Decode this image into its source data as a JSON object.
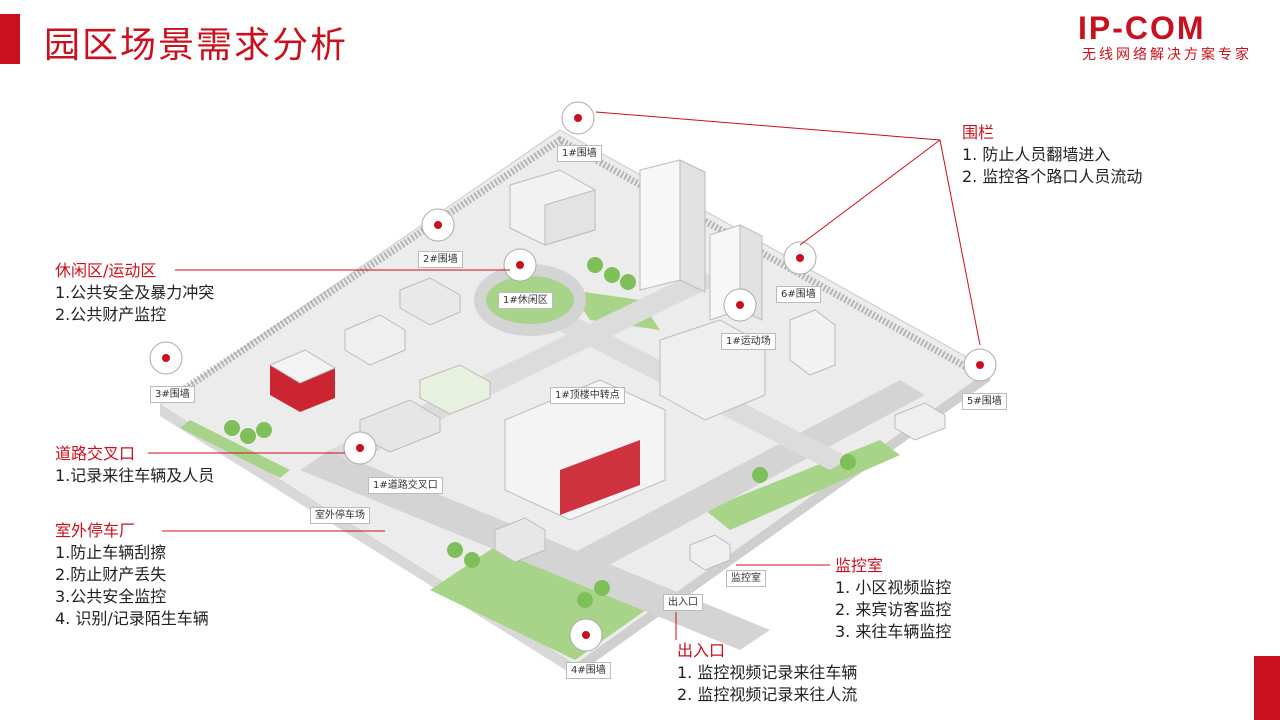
{
  "header": {
    "title": "园区场景需求分析",
    "logo": "IP-COM",
    "tagline": "无线网络解决方案专家"
  },
  "colors": {
    "brand": "#c8101e",
    "ground": "#ececec",
    "road": "#d4d4d4",
    "grass": "#a8d48a",
    "building": "#f5f5f5"
  },
  "callouts": {
    "fence": {
      "title": "围栏",
      "items": [
        "1. 防止人员翻墙进入",
        "2. 监控各个路口人员流动"
      ]
    },
    "leisure": {
      "title": "休闲区/运动区",
      "items": [
        "1.公共安全及暴力冲突",
        "2.公共财产监控"
      ]
    },
    "crossroad": {
      "title": "道路交叉口",
      "items": [
        "1.记录来往车辆及人员"
      ]
    },
    "parking": {
      "title": "室外停车厂",
      "items": [
        "1.防止车辆刮擦",
        "2.防止财产丢失",
        "3.公共安全监控",
        "4. 识别/记录陌生车辆"
      ]
    },
    "monitor_room": {
      "title": "监控室",
      "items": [
        "1. 小区视频监控",
        "2. 来宾访客监控",
        "3. 来往车辆监控"
      ]
    },
    "entrance": {
      "title": "出入口",
      "items": [
        "1. 监控视频记录来往车辆",
        "2. 监控视频记录来往人流"
      ]
    }
  },
  "map_labels": {
    "wall1": "1#围墙",
    "wall2": "2#围墙",
    "wall3": "3#围墙",
    "wall4": "4#围墙",
    "wall5": "5#围墙",
    "wall6": "6#围墙",
    "leisure1": "1#休闲区",
    "sports1": "1#运动场",
    "rooftop": "1#顶楼中转点",
    "crossroad1": "1#道路交叉口",
    "parking": "室外停车场",
    "monitor_room": "监控室",
    "entrance": "出入口"
  }
}
